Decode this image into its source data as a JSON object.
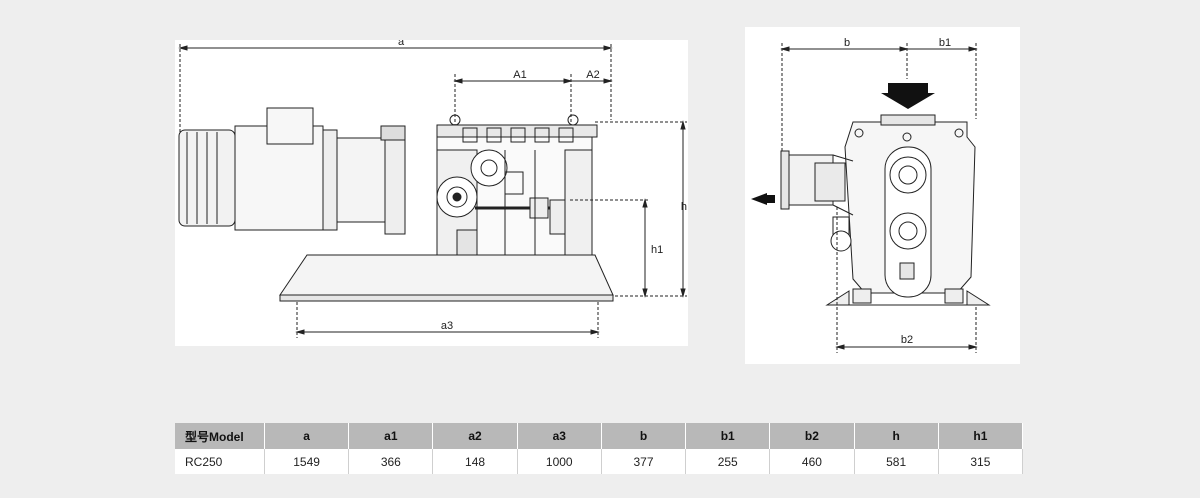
{
  "side_view": {
    "labels": {
      "a": "a",
      "A1": "A1",
      "A2": "A2",
      "h": "h",
      "h1": "h1",
      "a3": "a3"
    }
  },
  "front_view": {
    "labels": {
      "b": "b",
      "b1": "b1",
      "b2": "b2"
    }
  },
  "spec_table": {
    "headers": [
      "型号Model",
      "a",
      "a1",
      "a2",
      "a3",
      "b",
      "b1",
      "b2",
      "h",
      "h1"
    ],
    "rows": [
      [
        "RC250",
        "1549",
        "366",
        "148",
        "1000",
        "377",
        "255",
        "460",
        "581",
        "315"
      ]
    ]
  }
}
